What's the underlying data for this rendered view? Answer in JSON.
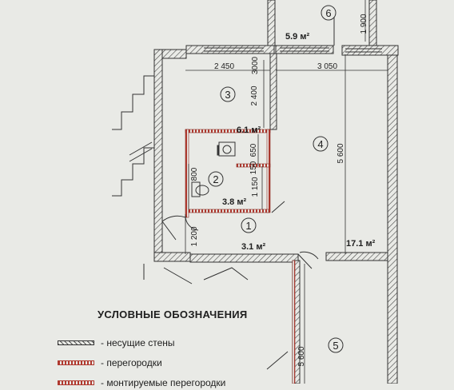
{
  "rooms": [
    {
      "number": "1",
      "area": "3.1 м²"
    },
    {
      "number": "2",
      "area": "3.8 м²"
    },
    {
      "number": "3",
      "area": "6.1 м²"
    },
    {
      "number": "4",
      "area": "17.1 м²"
    },
    {
      "number": "5",
      "area": ""
    },
    {
      "number": "6",
      "area": "5.9 м²"
    }
  ],
  "dimensions": {
    "d1900": "1 900",
    "d2450": "2 450",
    "d3000": "3000",
    "d3050": "3 050",
    "d2400": "2 400",
    "d5600a": "5 600",
    "d650": "650",
    "d150": "150",
    "d1150": "1 150",
    "d800": "800",
    "d1200": "1 200",
    "d5600b": "5 600"
  },
  "legend": {
    "title": "УСЛОВНЫЕ ОБОЗНАЧЕНИЯ",
    "items": [
      {
        "label": "- несущие стены"
      },
      {
        "label": "- перегородки"
      },
      {
        "label": "- монтируемые перегородки"
      }
    ]
  },
  "colors": {
    "wall": "#444444",
    "partition": "#b03a30",
    "paper": "#e9eae6",
    "ink": "#1e1e1e"
  }
}
